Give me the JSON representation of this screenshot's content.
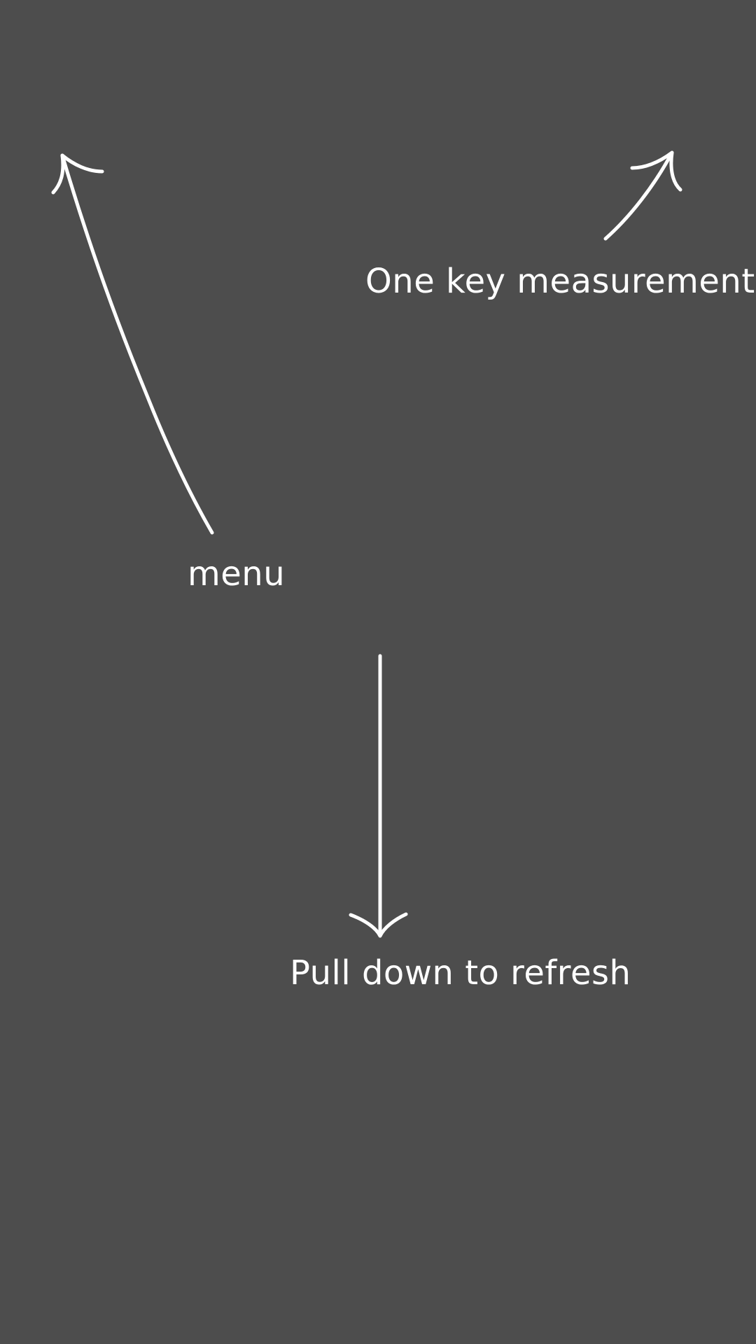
{
  "guide_overlay": {
    "background_color": "#4d4d4d",
    "foreground_color": "#ffffff",
    "hints": {
      "one_key_measurement": "One key measurement",
      "menu": "menu",
      "pull_down_to_refresh": "Pull down to refresh"
    }
  }
}
